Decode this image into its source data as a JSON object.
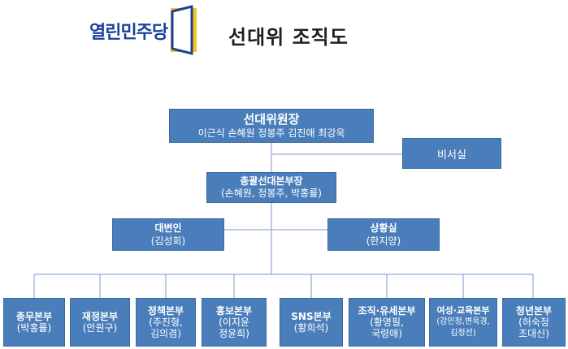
{
  "logo": {
    "text": "열린민주당"
  },
  "title": "선대위 조직도",
  "chair": {
    "title": "선대위원장",
    "members": "이근식 손혜원 정봉주 김진애 최강욱"
  },
  "secretariat": {
    "title": "비서실"
  },
  "general_head": {
    "title": "총괄선대본부장",
    "members": "(손혜원, 정봉주, 박홍률)"
  },
  "spokesperson": {
    "title": "대변인",
    "members": "(김성회)"
  },
  "situation_room": {
    "title": "상황실",
    "members": "(한지양)"
  },
  "departments": [
    {
      "title": "총무본부",
      "line1": "(박홍률)",
      "line2": ""
    },
    {
      "title": "재정본부",
      "line1": "(안원구)",
      "line2": ""
    },
    {
      "title": "정책본부",
      "line1": "(주진형,",
      "line2": "김의겸)"
    },
    {
      "title": "홍보본부",
      "line1": "(이지윤",
      "line2": "정윤희)"
    },
    {
      "title": "SNS본부",
      "line1": "(황희석)",
      "line2": ""
    },
    {
      "title": "조직·유세본부",
      "line1": "(황명필,",
      "line2": "국령애)"
    },
    {
      "title": "여성·교육본부",
      "line1": "(강민정,변옥경,",
      "line2": "김정선)"
    },
    {
      "title": "청년본부",
      "line1": "(허숙정",
      "line2": "조대신)"
    }
  ],
  "colors": {
    "box_fill": "#4a7ebb",
    "line": "#8eaad4",
    "logo_blue": "#1a3f9c",
    "logo_yellow": "#f5c518"
  }
}
